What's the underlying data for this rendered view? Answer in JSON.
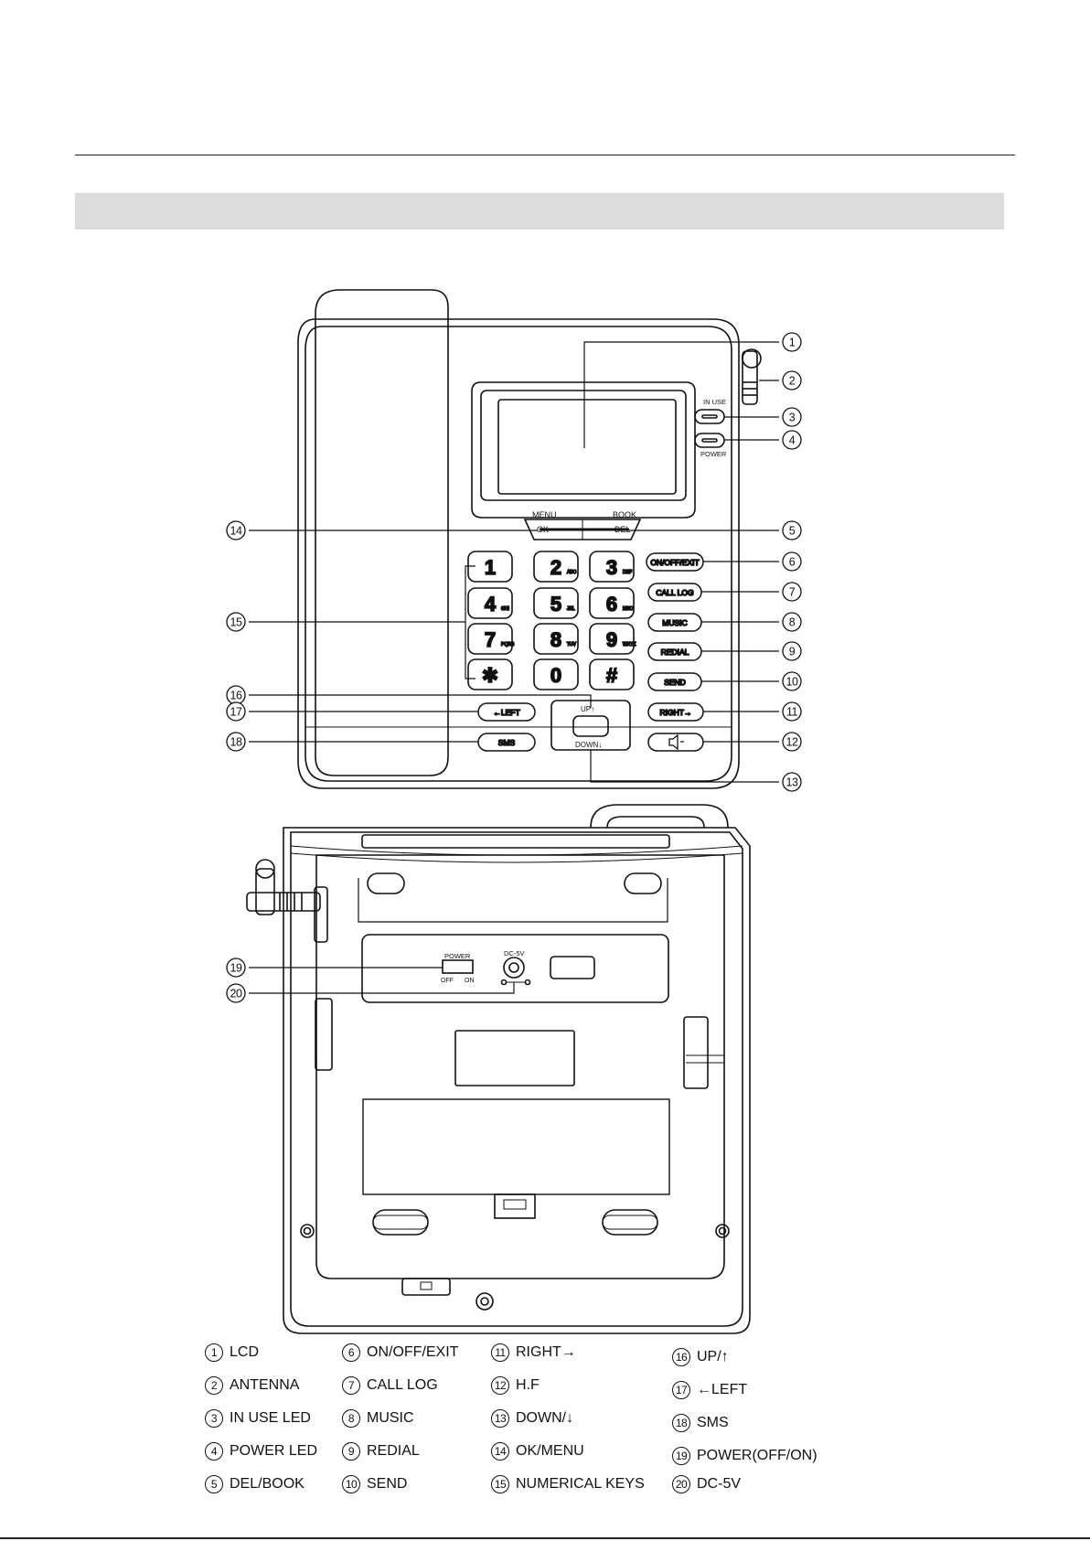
{
  "device_labels": {
    "in_use": "IN USE",
    "power": "POWER",
    "menu": "MENU",
    "book": "BOOK",
    "ok": "OK",
    "del": "DEL",
    "on_off_exit": "ON/OFF/EXIT",
    "call_log": "CALL LOG",
    "music": "MUSIC",
    "redial": "REDIAL",
    "send": "SEND",
    "right": "RIGHT→",
    "left": "←LEFT",
    "sms": "SMS",
    "up": "UP↑",
    "down": "DOWN↓",
    "power_switch": "POWER",
    "off": "OFF",
    "on": "ON",
    "dc_5v": "DC-5V"
  },
  "keypad": [
    {
      "digit": "1",
      "letters": ""
    },
    {
      "digit": "2",
      "letters": "ABC"
    },
    {
      "digit": "3",
      "letters": "DEF"
    },
    {
      "digit": "4",
      "letters": "GHI"
    },
    {
      "digit": "5",
      "letters": "JKL"
    },
    {
      "digit": "6",
      "letters": "MNO"
    },
    {
      "digit": "7",
      "letters": "PQRS"
    },
    {
      "digit": "8",
      "letters": "TUV"
    },
    {
      "digit": "9",
      "letters": "WXYZ"
    },
    {
      "digit": "✱",
      "letters": ""
    },
    {
      "digit": "0",
      "letters": ""
    },
    {
      "digit": "#",
      "letters": ""
    }
  ],
  "callout_numbers": [
    "1",
    "2",
    "3",
    "4",
    "5",
    "6",
    "7",
    "8",
    "9",
    "10",
    "11",
    "12",
    "13",
    "14",
    "15",
    "16",
    "17",
    "18",
    "19",
    "20"
  ],
  "legend": [
    {
      "num": "1",
      "label": "LCD"
    },
    {
      "num": "2",
      "label": "ANTENNA"
    },
    {
      "num": "3",
      "label": "IN USE LED"
    },
    {
      "num": "4",
      "label": "POWER LED"
    },
    {
      "num": "5",
      "label": "DEL/BOOK"
    },
    {
      "num": "6",
      "label": "ON/OFF/EXIT"
    },
    {
      "num": "7",
      "label": "CALL LOG"
    },
    {
      "num": "8",
      "label": "MUSIC"
    },
    {
      "num": "9",
      "label": "REDIAL"
    },
    {
      "num": "10",
      "label": "SEND"
    },
    {
      "num": "11",
      "label": "RIGHT→"
    },
    {
      "num": "12",
      "label": "H.F"
    },
    {
      "num": "13",
      "label": "DOWN/↓"
    },
    {
      "num": "14",
      "label": "OK/MENU"
    },
    {
      "num": "15",
      "label": "NUMERICAL KEYS"
    },
    {
      "num": "16",
      "label": "UP/↑"
    },
    {
      "num": "17",
      "label": "←LEFT"
    },
    {
      "num": "18",
      "label": "SMS"
    },
    {
      "num": "19",
      "label": "POWER(OFF/ON)"
    },
    {
      "num": "20",
      "label": "DC-5V"
    }
  ]
}
